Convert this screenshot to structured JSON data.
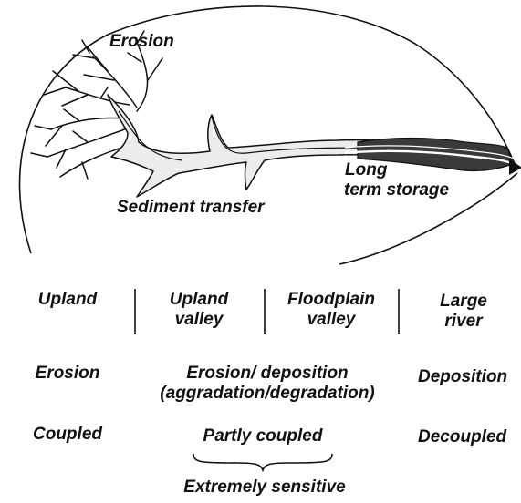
{
  "diagram": {
    "labels": {
      "erosion": "Erosion",
      "sediment_transfer": "Sediment transfer",
      "long_term_storage_1": "Long",
      "long_term_storage_2": "term storage"
    },
    "zones": [
      {
        "line1": "Upland",
        "line2": ""
      },
      {
        "line1": "Upland",
        "line2": "valley"
      },
      {
        "line1": "Floodplain",
        "line2": "valley"
      },
      {
        "line1": "Large",
        "line2": "river"
      }
    ],
    "process_row": {
      "upland": "Erosion",
      "middle_1": "Erosion/ deposition",
      "middle_2": "(aggradation/degradation)",
      "large_river": "Deposition"
    },
    "coupling_row": {
      "upland": "Coupled",
      "middle": "Partly coupled",
      "large_river": "Decoupled"
    },
    "sensitivity": "Extremely sensitive"
  }
}
